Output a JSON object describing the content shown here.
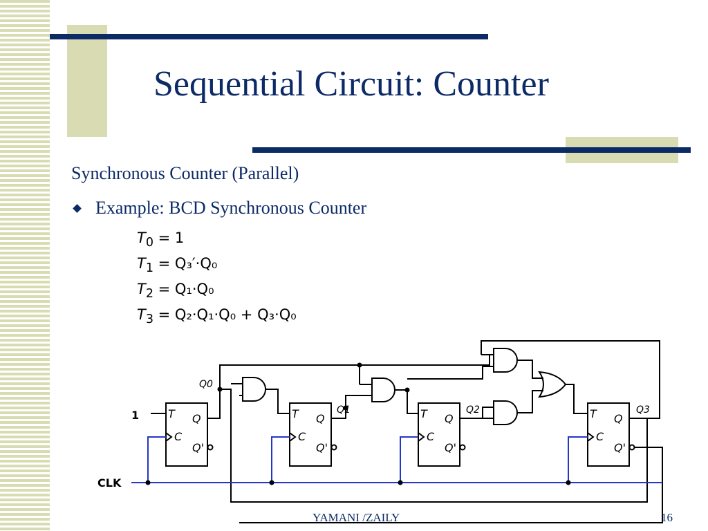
{
  "slide": {
    "title": "Sequential Circuit: Counter",
    "subtitle": "Synchronous Counter (Parallel)",
    "bullet": "Example: BCD Synchronous Counter"
  },
  "equations": [
    {
      "lhs": "T",
      "sub": "0",
      "rhs": "= 1"
    },
    {
      "lhs": "T",
      "sub": "1",
      "rhs": "= Q₃′·Q₀"
    },
    {
      "lhs": "T",
      "sub": "2",
      "rhs": "= Q₁·Q₀"
    },
    {
      "lhs": "T",
      "sub": "3",
      "rhs": "= Q₂·Q₁·Q₀ + Q₃·Q₀"
    }
  ],
  "circuit": {
    "input_one": "1",
    "clock": "CLK",
    "ff_pin_t": "T",
    "ff_pin_c": "C",
    "ff_pin_q": "Q",
    "ff_pin_qn": "Q'",
    "outputs": [
      "Q0",
      "Q1",
      "Q2",
      "Q3"
    ],
    "wire_color": "#000000",
    "clock_wire_color": "#2436c8"
  },
  "footer": {
    "author": "YAMANI /ZAILY",
    "page": "16"
  }
}
